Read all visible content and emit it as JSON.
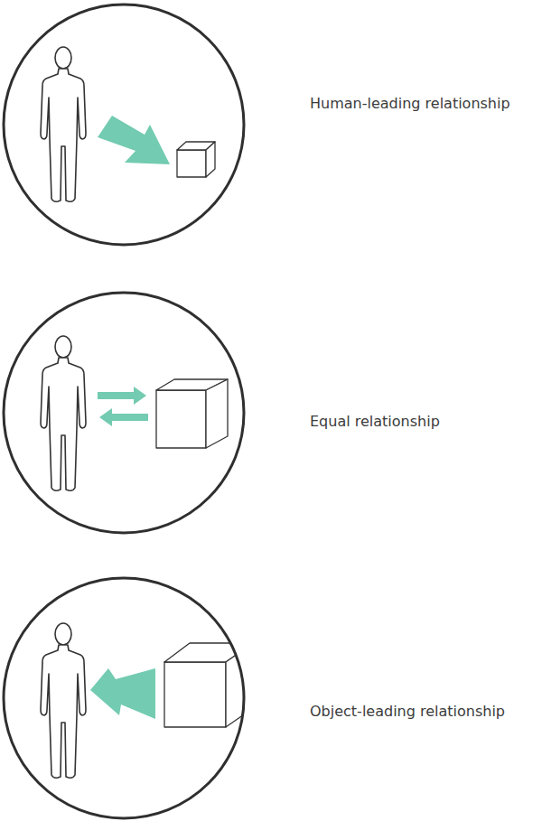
{
  "diagram": {
    "labels": [
      "Human-leading relationship",
      "Equal relationship",
      "Object-leading relationship"
    ]
  }
}
